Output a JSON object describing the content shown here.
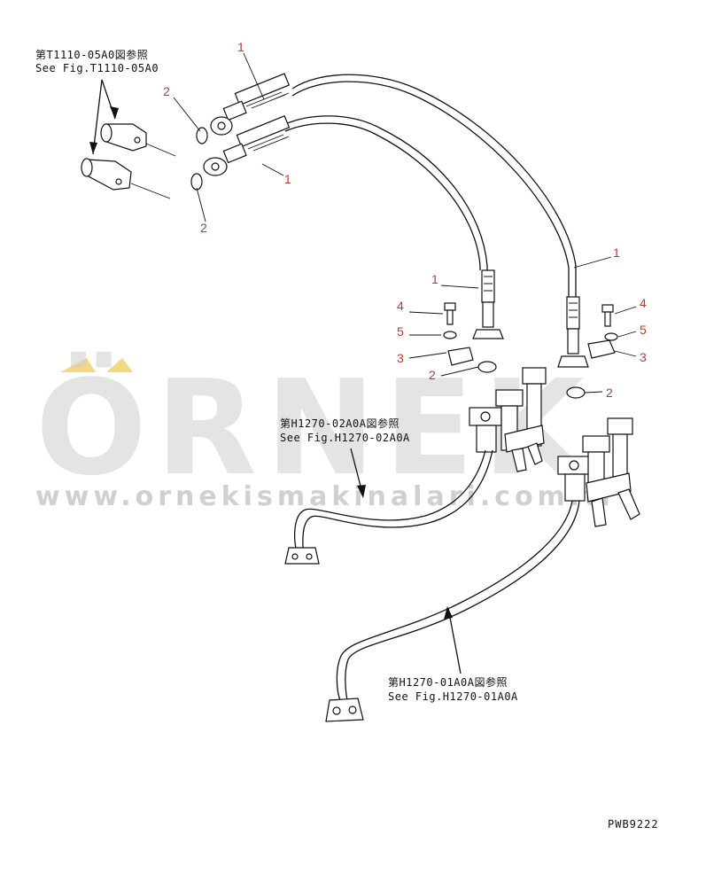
{
  "references": {
    "top_left": {
      "jp": "第T1110-05A0図参照",
      "en": "See Fig.T1110-05A0"
    },
    "middle": {
      "jp": "第H1270-02A0A図参照",
      "en": "See Fig.H1270-02A0A"
    },
    "bottom": {
      "jp": "第H1270-01A0A図参照",
      "en": "See Fig.H1270-01A0A"
    }
  },
  "callouts": [
    "1",
    "2",
    "1",
    "2",
    "1",
    "1",
    "4",
    "5",
    "3",
    "2",
    "4",
    "5",
    "3",
    "2"
  ],
  "watermark": {
    "brand": "ÖRNEK",
    "url": "www.ornekismakinalari.com.tr",
    "colors": {
      "gray": "#cfcfcf",
      "gold": "#f0d060"
    }
  },
  "drawing_code": "PWB9222",
  "colors": {
    "callout": "#c0392b",
    "line": "#111111"
  }
}
